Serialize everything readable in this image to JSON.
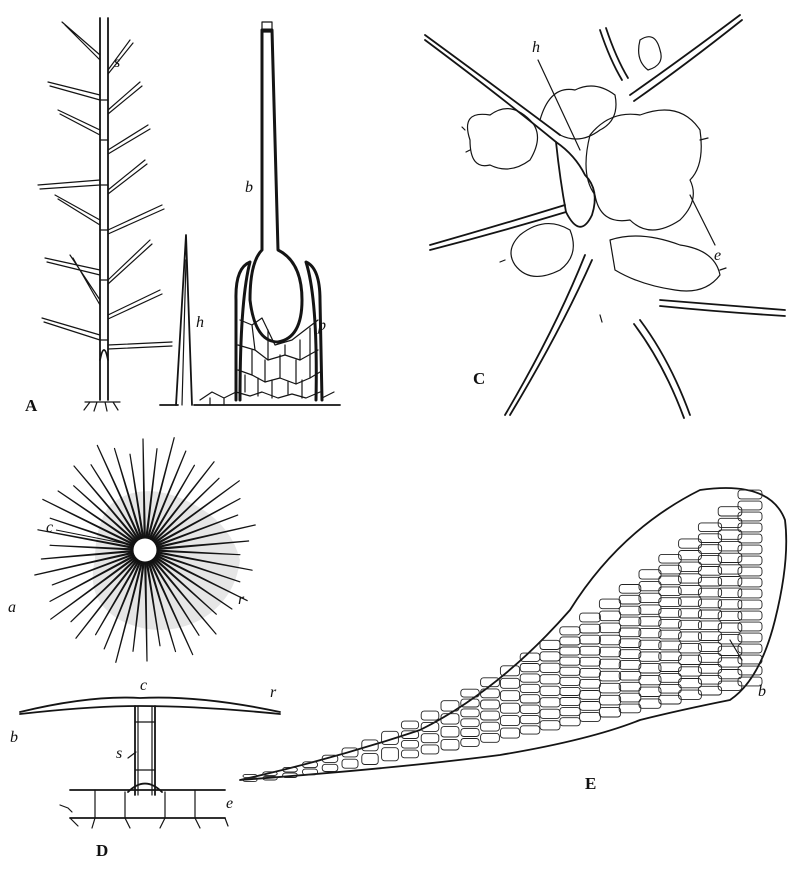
{
  "figures": {
    "A": {
      "caption": "A",
      "labels": {
        "s": "s",
        "h": "h",
        "b": "b",
        "p": "p"
      }
    },
    "C": {
      "caption": "C",
      "labels": {
        "h": "h",
        "e": "e"
      }
    },
    "D": {
      "caption": "D",
      "labels": {
        "c_top": "c",
        "r_top": "r",
        "a": "a",
        "c_bottom": "c",
        "r_bottom": "r",
        "b": "b",
        "s": "s",
        "e": "e"
      }
    },
    "E": {
      "caption": "E",
      "labels": {
        "b": "b"
      }
    }
  }
}
